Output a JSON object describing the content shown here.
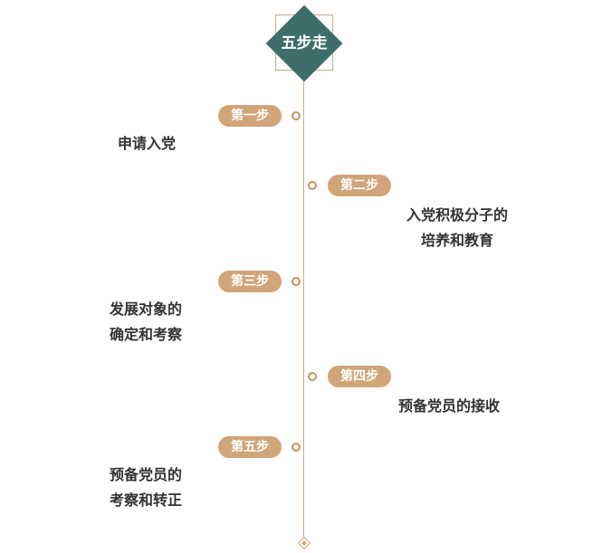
{
  "title": "五步走",
  "steps": [
    {
      "label": "第一步",
      "lines": [
        "申请入党"
      ]
    },
    {
      "label": "第二步",
      "lines": [
        "入党积极分子的",
        "培养和教育"
      ]
    },
    {
      "label": "第三步",
      "lines": [
        "发展对象的",
        "确定和考察"
      ]
    },
    {
      "label": "第四步",
      "lines": [
        "预备党员的接收"
      ]
    },
    {
      "label": "第五步",
      "lines": [
        "预备党员的",
        "考察和转正"
      ]
    }
  ],
  "colors": {
    "accent": "#3e6e69",
    "pill": "#d0a579",
    "line": "#c9a883",
    "text": "#333333"
  }
}
